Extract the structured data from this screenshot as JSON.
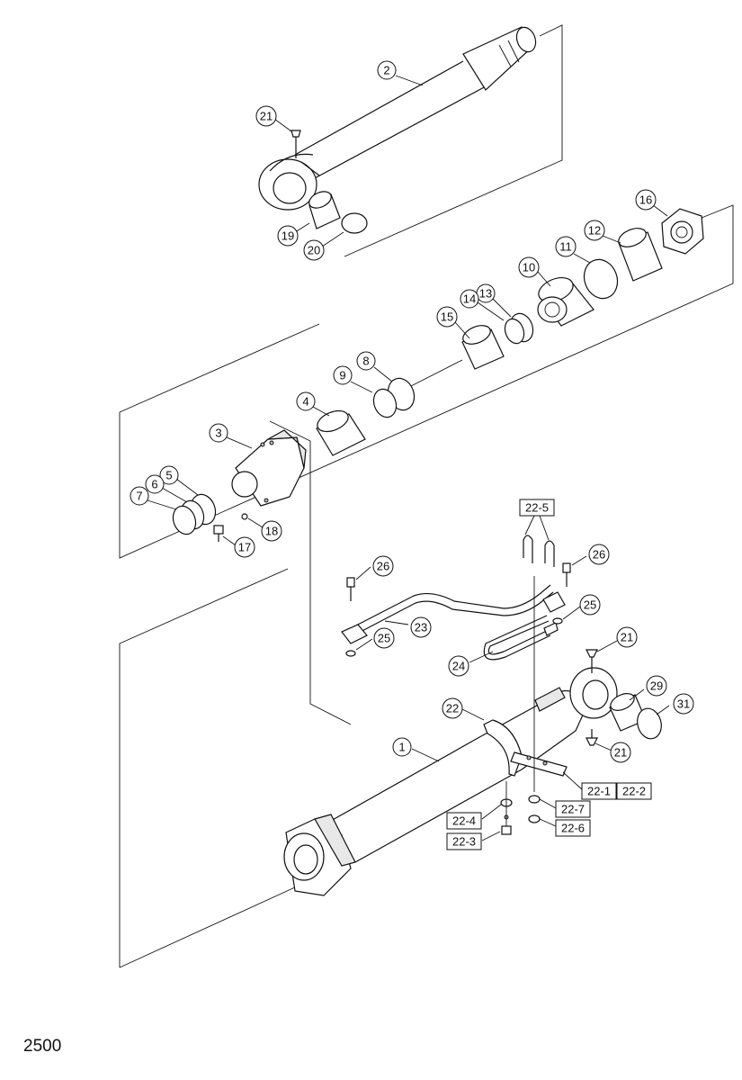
{
  "page_code": "2500",
  "callouts": [
    "1",
    "2",
    "3",
    "4",
    "5",
    "6",
    "7",
    "8",
    "9",
    "10",
    "11",
    "12",
    "13",
    "14",
    "15",
    "16",
    "17",
    "18",
    "19",
    "20",
    "21",
    "21",
    "21",
    "22",
    "23",
    "24",
    "25",
    "25",
    "26",
    "26",
    "29",
    "31"
  ],
  "box_labels": [
    "22-1",
    "22-2",
    "22-3",
    "22-4",
    "22-5",
    "22-6",
    "22-7"
  ]
}
